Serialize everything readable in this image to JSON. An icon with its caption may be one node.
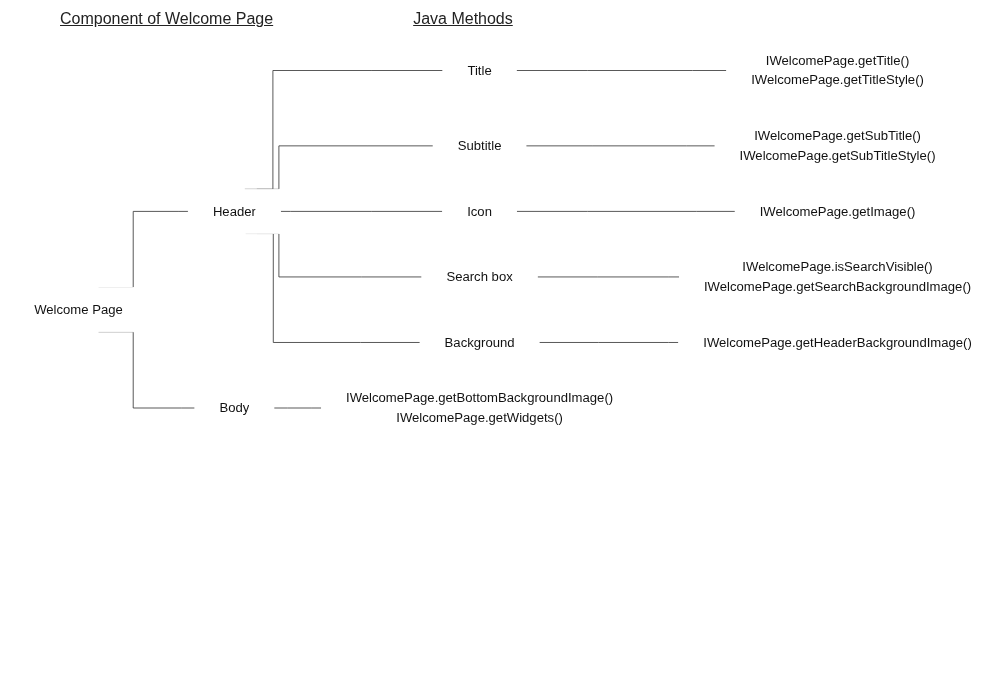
{
  "diagram": {
    "nodes": [
      {
        "text": [
          "Welcome Page"
        ]
      },
      {
        "text": [
          "Header"
        ]
      },
      {
        "text": [
          "Title"
        ]
      },
      {
        "text": [
          "Subtitle"
        ]
      },
      {
        "text": [
          "Icon"
        ]
      },
      {
        "text": [
          "Search box"
        ]
      },
      {
        "text": [
          "Background"
        ]
      },
      {
        "text": [
          "Body"
        ]
      },
      {
        "text": [
          "IWelcomePage.getTitle()",
          "IWelcomePage.getTitleStyle()"
        ]
      },
      {
        "text": [
          "IWelcomePage.getSubTitle()",
          "IWelcomePage.getSubTitleStyle()"
        ]
      },
      {
        "text": [
          "IWelcomePage.getImage()"
        ]
      },
      {
        "text": [
          "IWelcomePage.isSearchVisible()",
          "IWelcomePage.getSearchBackgroundImage()"
        ]
      },
      {
        "text": [
          "IWelcomePage.getHeaderBackgroundImage()"
        ]
      },
      {
        "text": [
          "IWelcomePage.getBottomBackgroundImage()",
          "IWelcomePage.getWidgets()"
        ]
      }
    ],
    "edges": [
      {
        "from": 0,
        "to": 1,
        "arrow": "none"
      },
      {
        "from": 0,
        "to": 7,
        "arrow": "none"
      },
      {
        "from": 1,
        "to": 2,
        "arrow": "none"
      },
      {
        "from": 1,
        "to": 3,
        "arrow": "none"
      },
      {
        "from": 1,
        "to": 4,
        "arrow": "none"
      },
      {
        "from": 1,
        "to": 5,
        "arrow": "none"
      },
      {
        "from": 1,
        "to": 6,
        "arrow": "none"
      },
      {
        "from": 2,
        "to": 8,
        "arrow": "none"
      },
      {
        "from": 3,
        "to": 9,
        "arrow": "none"
      },
      {
        "from": 4,
        "to": 10,
        "arrow": "none"
      },
      {
        "from": 5,
        "to": 11,
        "arrow": "none"
      },
      {
        "from": 6,
        "to": 12,
        "arrow": "none"
      },
      {
        "from": 7,
        "to": 13,
        "arrow": "none"
      }
    ],
    "labels": [
      "Component of Welcome Page",
      "Java Methods"
    ]
  }
}
